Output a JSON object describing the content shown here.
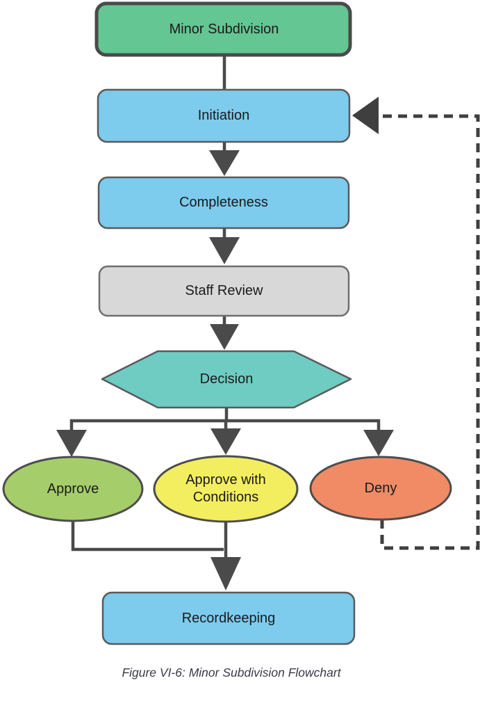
{
  "figure": {
    "caption": "Figure VI-6: Minor Subdivision Flowchart"
  },
  "colors": {
    "solid_line": "#4a4a4a",
    "dashed_line": "#3f3f3f",
    "node_text": "#1a1a1a",
    "caption_text": "#3a3a48"
  },
  "flowchart": {
    "nodes": [
      {
        "id": "minor-subdivision",
        "shape": "rounded-rect",
        "label": "Minor Subdivision",
        "fill": "#63c693",
        "stroke": "#4a4a4a"
      },
      {
        "id": "initiation",
        "shape": "rounded-rect",
        "label": "Initiation",
        "fill": "#7dcbed",
        "stroke": "#5a5a5a"
      },
      {
        "id": "completeness",
        "shape": "rounded-rect",
        "label": "Completeness",
        "fill": "#7dcbed",
        "stroke": "#5a5a5a"
      },
      {
        "id": "staff-review",
        "shape": "rounded-rect",
        "label": "Staff Review",
        "fill": "#d8d8d8",
        "stroke": "#6e6e6e"
      },
      {
        "id": "decision",
        "shape": "hexagon",
        "label": "Decision",
        "fill": "#6fccc2",
        "stroke": "#5a5a5a"
      },
      {
        "id": "approve",
        "shape": "ellipse",
        "label": "Approve",
        "fill": "#a5ce6b",
        "stroke": "#4d4d4d"
      },
      {
        "id": "approve-with-conditions",
        "shape": "ellipse",
        "label": "Approve with Conditions",
        "fill": "#f3ee60",
        "stroke": "#4d4d4d"
      },
      {
        "id": "deny",
        "shape": "ellipse",
        "label": "Deny",
        "fill": "#f08b66",
        "stroke": "#4d4d4d"
      },
      {
        "id": "recordkeeping",
        "shape": "rounded-rect",
        "label": "Recordkeeping",
        "fill": "#7dcbed",
        "stroke": "#5a5a5a"
      }
    ],
    "edges": [
      {
        "from": "minor-subdivision",
        "to": "initiation",
        "style": "solid",
        "arrow": false
      },
      {
        "from": "initiation",
        "to": "completeness",
        "style": "solid",
        "arrow": true
      },
      {
        "from": "completeness",
        "to": "staff-review",
        "style": "solid",
        "arrow": true
      },
      {
        "from": "staff-review",
        "to": "decision",
        "style": "solid",
        "arrow": true
      },
      {
        "from": "decision",
        "to": "approve",
        "style": "solid",
        "arrow": true
      },
      {
        "from": "decision",
        "to": "approve-with-conditions",
        "style": "solid",
        "arrow": true
      },
      {
        "from": "decision",
        "to": "deny",
        "style": "solid",
        "arrow": true
      },
      {
        "from": "approve",
        "to": "recordkeeping",
        "style": "solid",
        "arrow": true
      },
      {
        "from": "approve-with-conditions",
        "to": "recordkeeping",
        "style": "solid",
        "arrow": true
      },
      {
        "from": "deny",
        "to": "initiation",
        "style": "dashed",
        "arrow": true
      }
    ]
  }
}
